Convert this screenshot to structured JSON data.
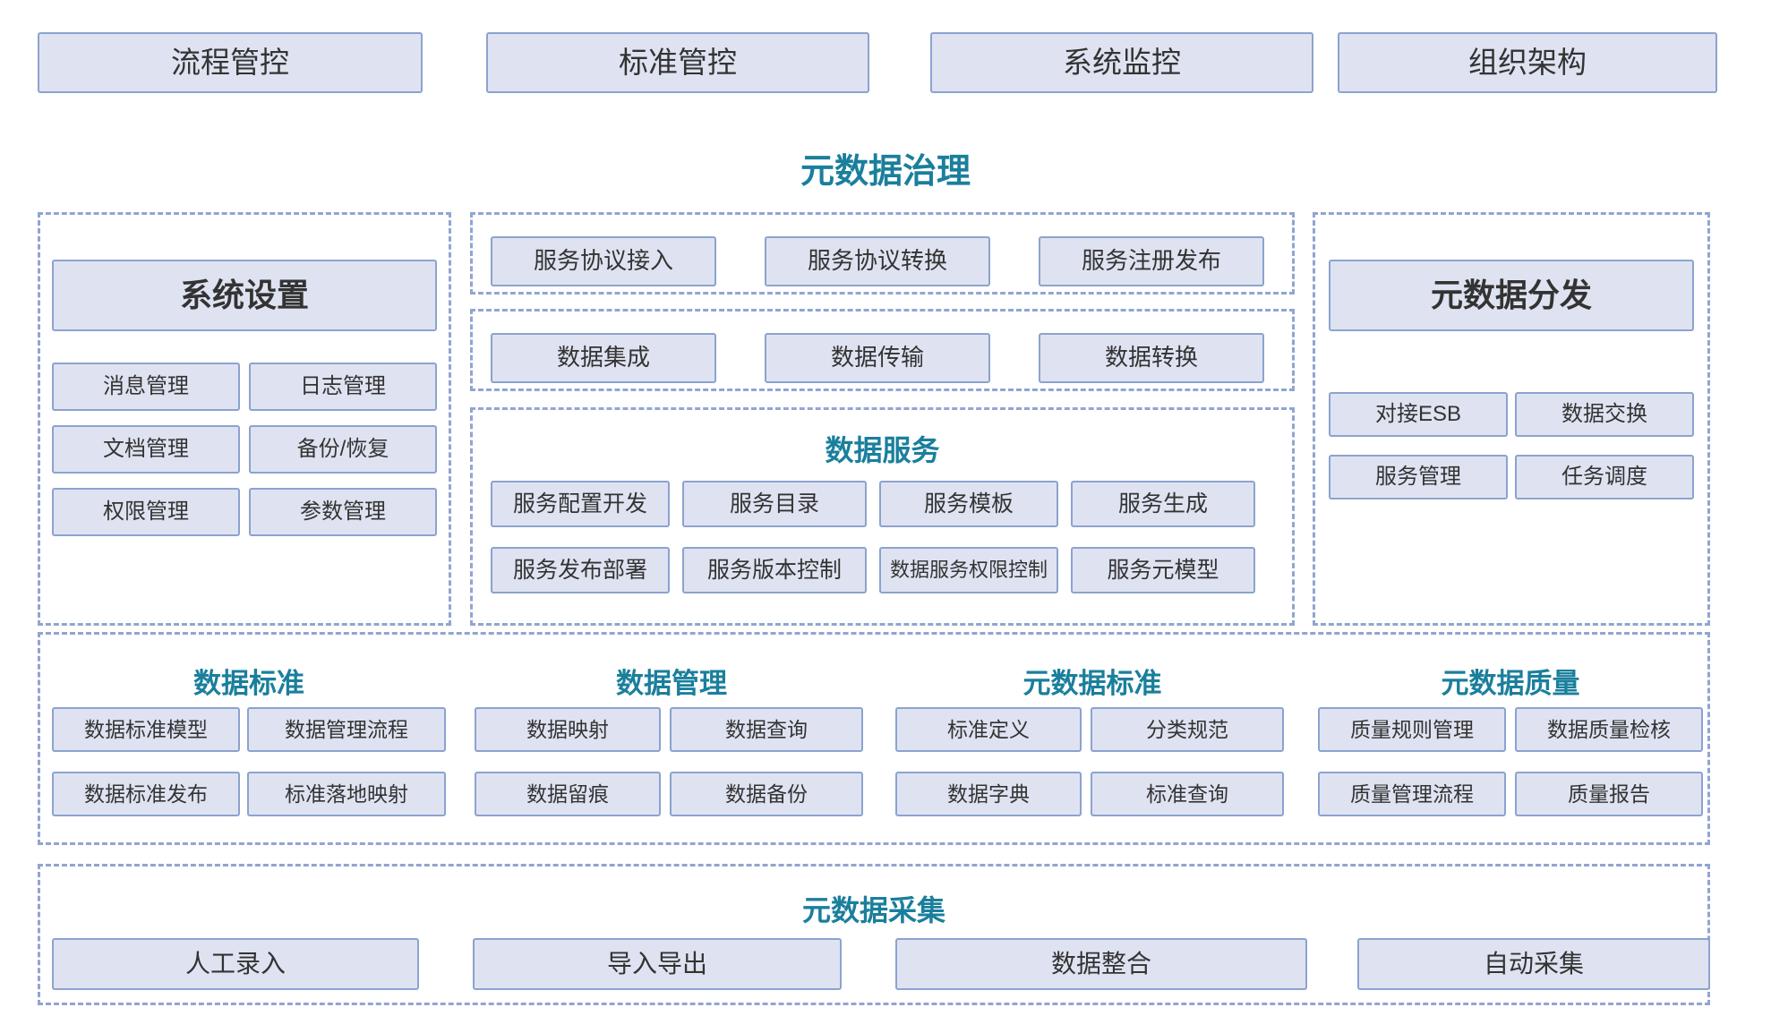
{
  "diagram": {
    "main_title": "元数据治理",
    "top_row": [
      {
        "label": "流程管控"
      },
      {
        "label": "标准管控"
      },
      {
        "label": "系统监控"
      },
      {
        "label": "组织架构"
      }
    ],
    "system_settings": {
      "title": "系统设置",
      "items": [
        "消息管理",
        "日志管理",
        "文档管理",
        "备份/恢复",
        "权限管理",
        "参数管理"
      ]
    },
    "service_protocol": {
      "items": [
        "服务协议接入",
        "服务协议转换",
        "服务注册发布"
      ]
    },
    "data_integration": {
      "items": [
        "数据集成",
        "数据传输",
        "数据转换"
      ]
    },
    "data_service": {
      "title": "数据服务",
      "row1": [
        "服务配置开发",
        "服务目录",
        "服务模板",
        "服务生成"
      ],
      "row2": [
        "服务发布部署",
        "服务版本控制",
        "数据服务权限控制",
        "服务元模型"
      ]
    },
    "metadata_distribution": {
      "title": "元数据分发",
      "items": [
        "对接ESB",
        "数据交换",
        "服务管理",
        "任务调度"
      ]
    },
    "middle_band": {
      "columns": [
        {
          "title": "数据标准",
          "row1": [
            "数据标准模型",
            "数据管理流程"
          ],
          "row2": [
            "数据标准发布",
            "标准落地映射"
          ]
        },
        {
          "title": "数据管理",
          "row1": [
            "数据映射",
            "数据查询"
          ],
          "row2": [
            "数据留痕",
            "数据备份"
          ]
        },
        {
          "title": "元数据标准",
          "row1": [
            "标准定义",
            "分类规范"
          ],
          "row2": [
            "数据字典",
            "标准查询"
          ]
        },
        {
          "title": "元数据质量",
          "row1": [
            "质量规则管理",
            "数据质量检核"
          ],
          "row2": [
            "质量管理流程",
            "质量报告"
          ]
        }
      ]
    },
    "metadata_collection": {
      "title": "元数据采集",
      "items": [
        "人工录入",
        "导入导出",
        "数据整合",
        "自动采集"
      ]
    },
    "colors": {
      "box_fill": "#dfe3f1",
      "box_border": "#8ba3cf",
      "dashed_border": "#90a5d2",
      "section_title": "#1a7f9c",
      "text": "#333333"
    }
  }
}
